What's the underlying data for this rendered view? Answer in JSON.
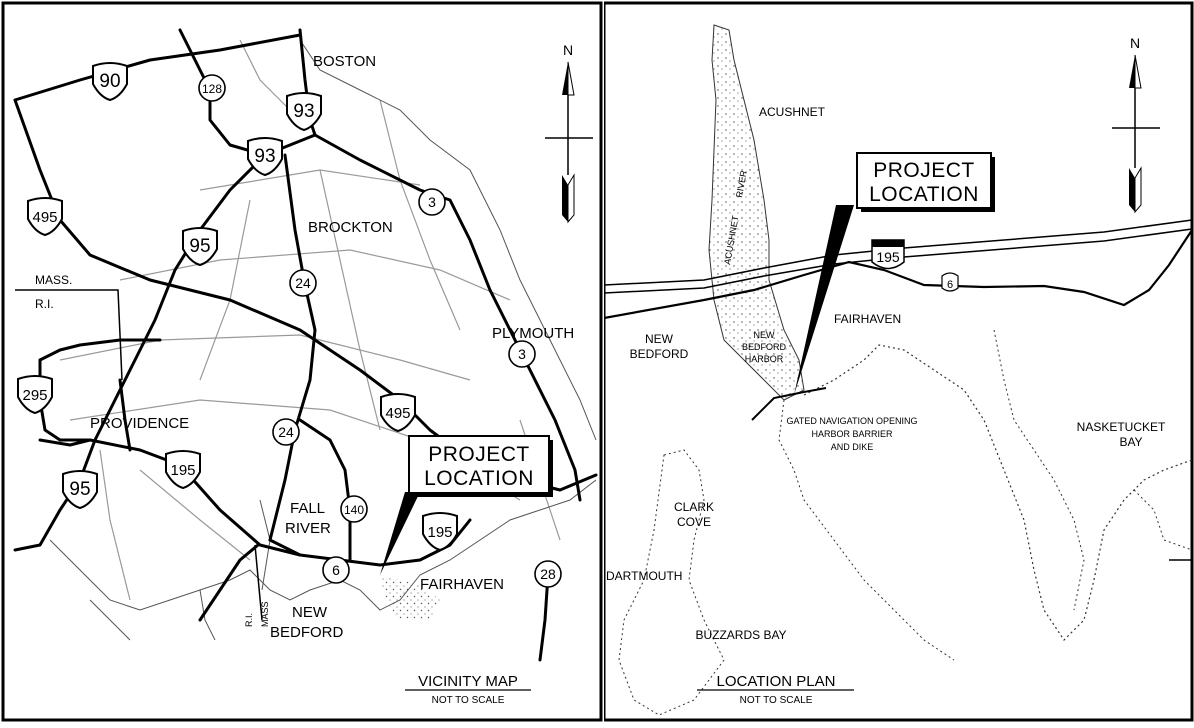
{
  "vicinity_map": {
    "title": "VICINITY MAP",
    "subtitle": "NOT TO SCALE",
    "north_label": "N",
    "callout": [
      "PROJECT",
      "LOCATION"
    ],
    "places": [
      "BOSTON",
      "BROCKTON",
      "PLYMOUTH",
      "PROVIDENCE",
      "FALL",
      "RIVER",
      "FAIRHAVEN",
      "NEW",
      "BEDFORD",
      "MASS.",
      "R.I.",
      "R.I.",
      "MASS"
    ],
    "interstates": [
      "90",
      "93",
      "93",
      "495",
      "95",
      "295",
      "95",
      "195",
      "195",
      "495"
    ],
    "routes": [
      "128",
      "3",
      "24",
      "3",
      "24",
      "140",
      "6",
      "28"
    ]
  },
  "location_plan": {
    "title": "LOCATION PLAN",
    "subtitle": "NOT TO SCALE",
    "north_label": "N",
    "callout": [
      "PROJECT",
      "LOCATION"
    ],
    "places": [
      "ACUSHNET",
      "FAIRHAVEN",
      "NEW",
      "BEDFORD",
      "NASKETUCKET",
      "BAY",
      "CLARK",
      "COVE",
      "DARTMOUTH",
      "BUZZARDS BAY"
    ],
    "river_words": [
      "ACUSHNET",
      "RIVER"
    ],
    "harbor_label": [
      "NEW",
      "BEDFORD",
      "HARBOR"
    ],
    "barrier_label": [
      "GATED NAVIGATION OPENING",
      "HARBOR BARRIER",
      "AND DIKE"
    ],
    "interstate": "195",
    "us_route": "6"
  }
}
